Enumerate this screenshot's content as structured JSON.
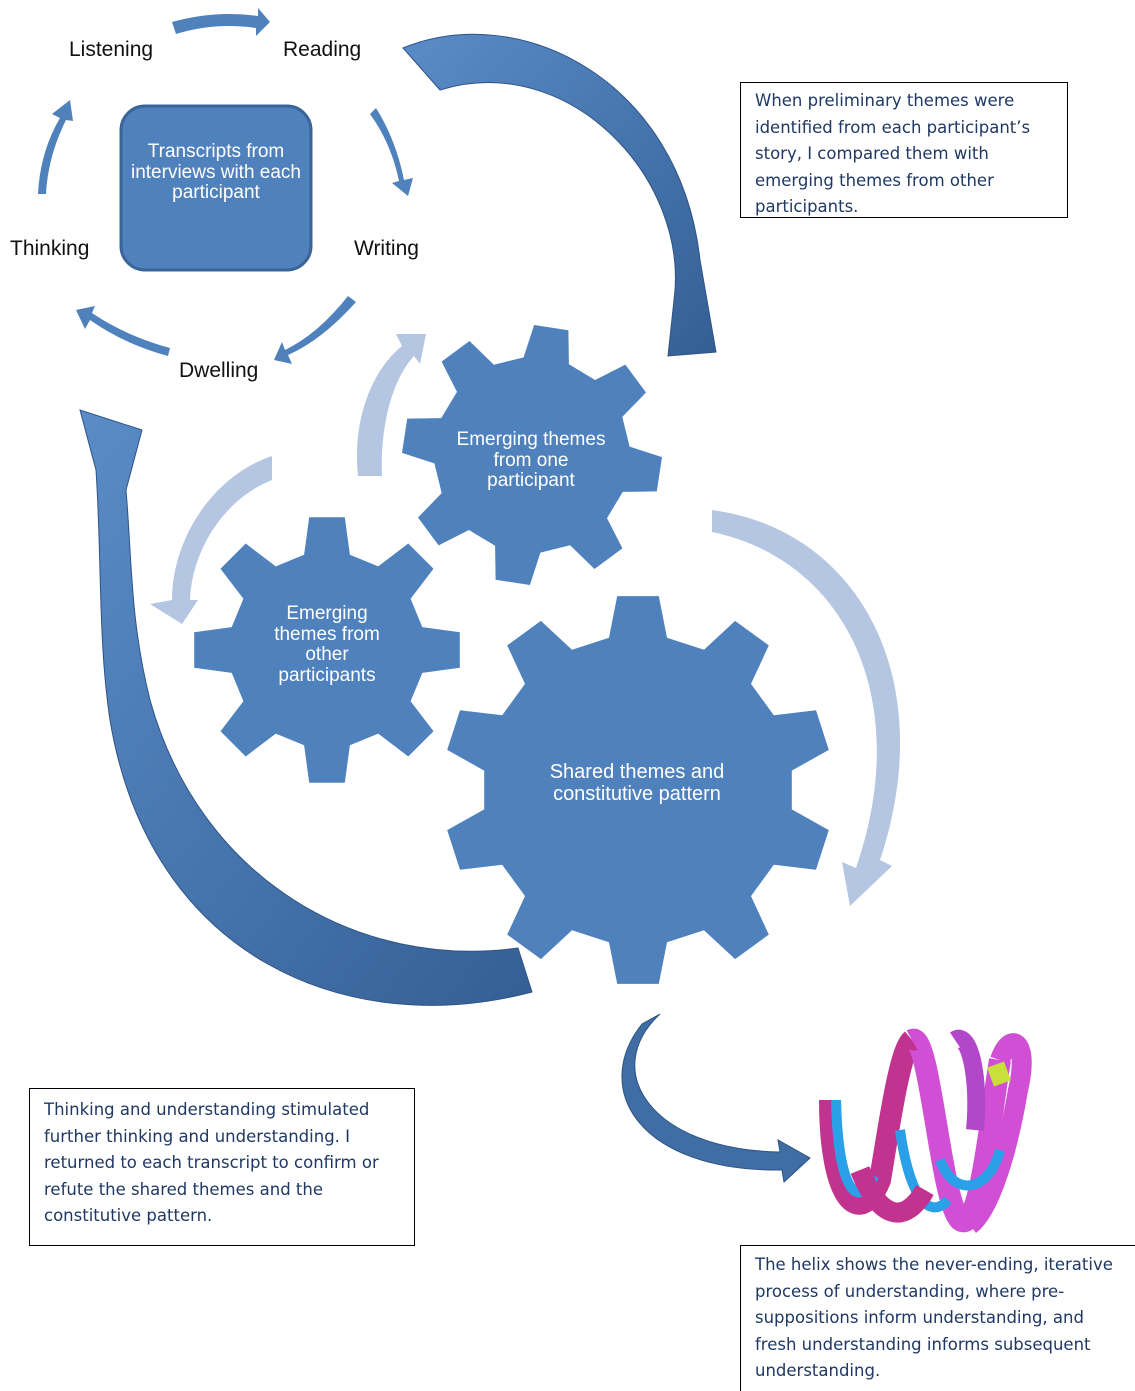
{
  "cycle": {
    "center": "Transcripts from interviews with each participant",
    "listening": "Listening",
    "reading": "Reading",
    "writing": "Writing",
    "dwelling": "Dwelling",
    "thinking": "Thinking"
  },
  "gears": {
    "one": "Emerging themes from one participant",
    "other": "Emerging themes from other participants",
    "shared": "Shared themes and constitutive pattern"
  },
  "notes": {
    "top_right": "When preliminary themes were identified from each participant’s story, I compared them with emerging themes from other participants.",
    "bottom_left": "Thinking and understanding stimulated further thinking and understanding. I returned to each transcript to confirm or refute the shared themes and the constitutive pattern.",
    "bottom_right": "The helix shows the never-ending, iterative process of understanding, where pre-suppositions inform understanding, and fresh understanding informs subsequent understanding."
  },
  "colors": {
    "primary": "#4f81bd",
    "dark_arrow": "#3f6da4",
    "light_arrow": "#b4c6e1",
    "note_text": "#1f3864",
    "helix_magenta": "#d04fd4",
    "helix_blue": "#2aa0e8"
  }
}
